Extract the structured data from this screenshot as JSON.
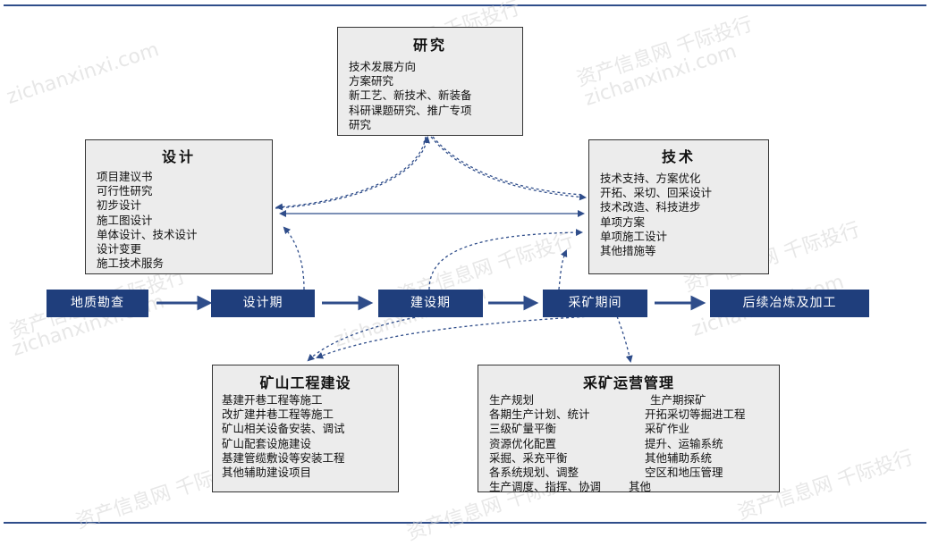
{
  "colors": {
    "phase_fill": "#1f3e7c",
    "arrow": "#2f4d8a",
    "box_fill": "#ececec",
    "rule": "#2f4d8a"
  },
  "watermark": {
    "text_cn": "资产信息网 千际投行",
    "text_en": "zichanxinxi.com"
  },
  "boxes": {
    "research": {
      "title": "研究",
      "lines": [
        "技术发展方向",
        "方案研究",
        "新工艺、新技术、新装备",
        "科研课题研究、推广专项",
        "研究"
      ]
    },
    "design": {
      "title": "设计",
      "lines": [
        "项目建议书",
        "可行性研究",
        "初步设计",
        "施工图设计",
        "单体设计、技术设计",
        "设计变更",
        "施工技术服务"
      ]
    },
    "technology": {
      "title": "技术",
      "lines": [
        "技术支持、方案优化",
        "开拓、采切、回采设计",
        "技术改造、科技进步",
        "单项方案",
        "单项施工设计",
        "其他措施等"
      ]
    },
    "mine_construction": {
      "title": "矿山工程建设",
      "lines": [
        "基建开巷工程等施工",
        "改扩建井巷工程等施工",
        "矿山相关设备安装、调试",
        "矿山配套设施建设",
        "基建管缆敷设等安装工程",
        "其他辅助建设项目"
      ]
    },
    "mining_ops": {
      "title": "采矿运营管理",
      "left": [
        "生产规划",
        "各期生产计划、统计",
        "三级矿量平衡",
        "资源优化配置",
        "采掘、采充平衡",
        "各系统规划、调整",
        "生产调度、指挥、协调"
      ],
      "right": [
        "生产期探矿",
        "开拓采切等掘进工程",
        "采矿作业",
        "提升、运输系统",
        "其他辅助系统",
        "空区和地压管理",
        "其他"
      ]
    }
  },
  "phases": [
    "地质勘查",
    "设计期",
    "建设期",
    "采矿期间",
    "后续冶炼及加工"
  ]
}
